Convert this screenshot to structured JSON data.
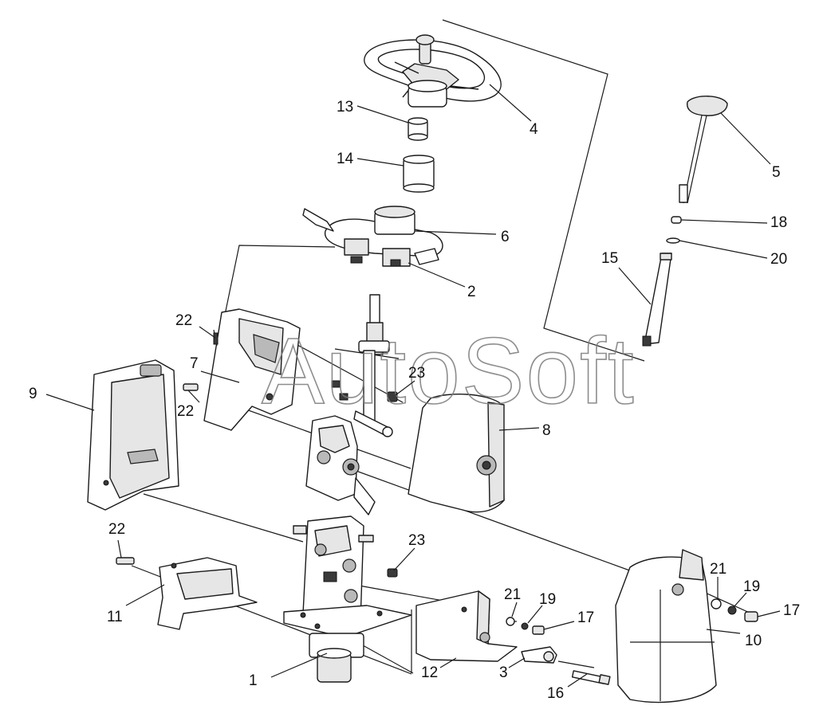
{
  "watermark": "AutoSoft",
  "callouts": [
    {
      "id": "c1",
      "text": "1"
    },
    {
      "id": "c2",
      "text": "2"
    },
    {
      "id": "c3",
      "text": "3"
    },
    {
      "id": "c4",
      "text": "4"
    },
    {
      "id": "c5",
      "text": "5"
    },
    {
      "id": "c6",
      "text": "6"
    },
    {
      "id": "c7",
      "text": "7"
    },
    {
      "id": "c8",
      "text": "8"
    },
    {
      "id": "c9",
      "text": "9"
    },
    {
      "id": "c10",
      "text": "10"
    },
    {
      "id": "c11",
      "text": "11"
    },
    {
      "id": "c12",
      "text": "12"
    },
    {
      "id": "c13",
      "text": "13"
    },
    {
      "id": "c14",
      "text": "14"
    },
    {
      "id": "c15",
      "text": "15"
    },
    {
      "id": "c16",
      "text": "16"
    },
    {
      "id": "c17a",
      "text": "17"
    },
    {
      "id": "c17b",
      "text": "17"
    },
    {
      "id": "c18",
      "text": "18"
    },
    {
      "id": "c19a",
      "text": "19"
    },
    {
      "id": "c19b",
      "text": "19"
    },
    {
      "id": "c20",
      "text": "20"
    },
    {
      "id": "c21a",
      "text": "21"
    },
    {
      "id": "c21b",
      "text": "21"
    },
    {
      "id": "c22a",
      "text": "22"
    },
    {
      "id": "c22b",
      "text": "22"
    },
    {
      "id": "c22c",
      "text": "22"
    },
    {
      "id": "c23a",
      "text": "23"
    },
    {
      "id": "c23b",
      "text": "23"
    }
  ]
}
